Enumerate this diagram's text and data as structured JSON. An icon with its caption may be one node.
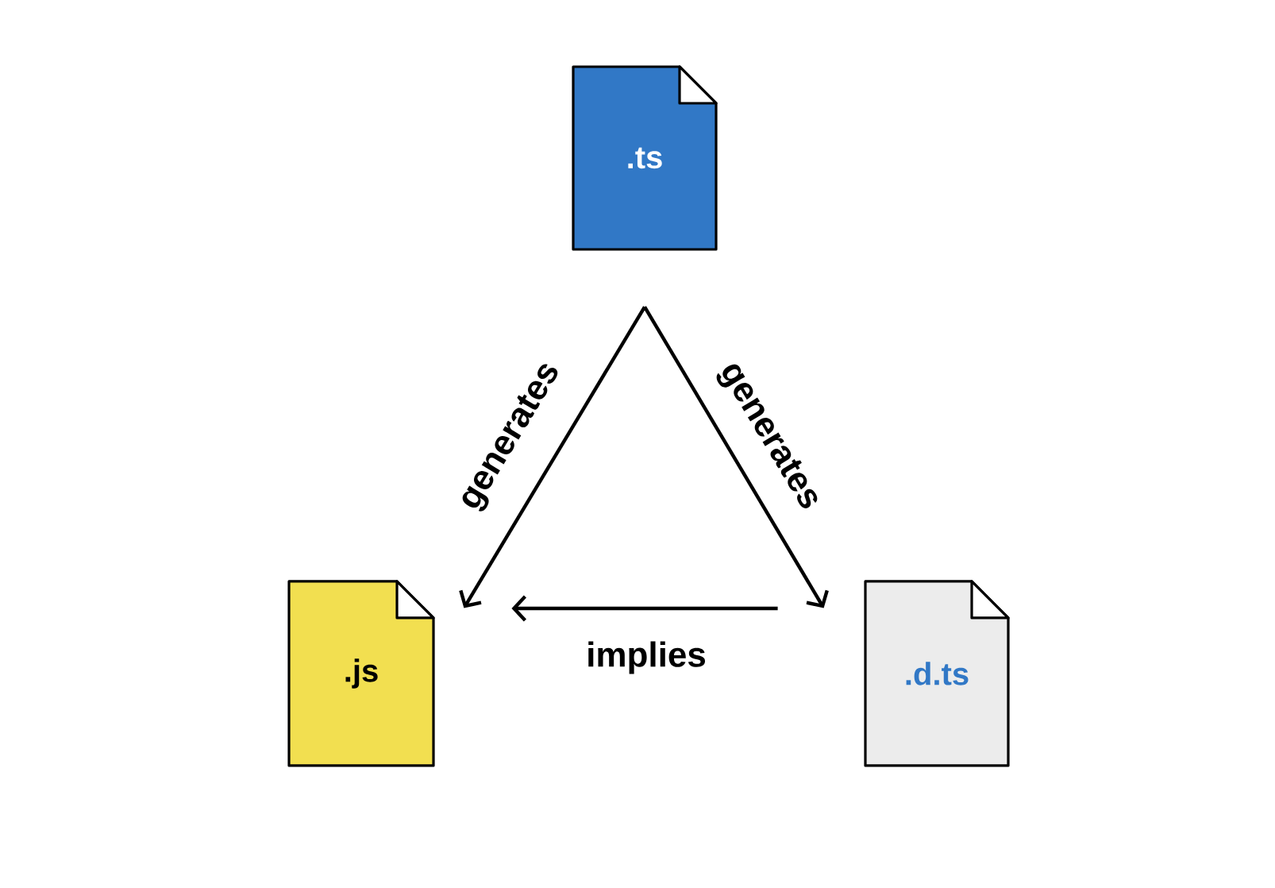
{
  "diagram": {
    "nodes": [
      {
        "text": [
          ".ts"
        ]
      },
      {
        "text": [
          ".js"
        ]
      },
      {
        "text": [
          ".d.ts"
        ]
      }
    ],
    "edges": [
      {
        "from": 0,
        "to": 1,
        "arrow": "to",
        "label": "generates"
      },
      {
        "from": 0,
        "to": 2,
        "arrow": "to",
        "label": "generates"
      },
      {
        "from": 2,
        "to": 1,
        "arrow": "to",
        "label": "implies"
      }
    ]
  }
}
